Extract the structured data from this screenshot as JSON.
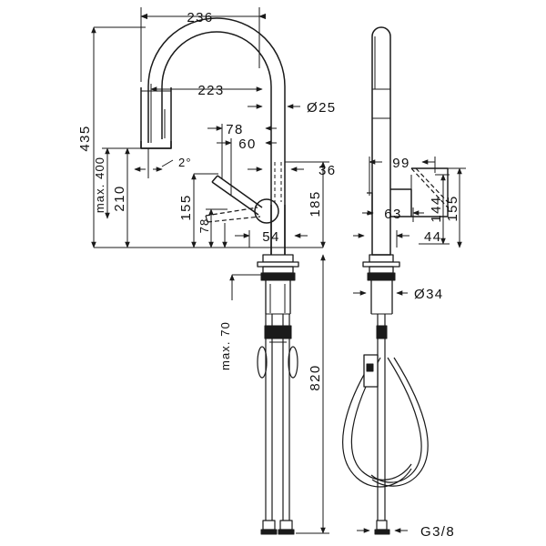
{
  "drawing": {
    "type": "technical-dimension-drawing",
    "subject": "kitchen mixer tap with pull-down spray head",
    "views": [
      {
        "id": "front",
        "label": "front elevation"
      },
      {
        "id": "side",
        "label": "side elevation"
      }
    ],
    "units": "mm"
  },
  "dimensions": {
    "overall_reach": "236",
    "spout_reach": "223",
    "overall_height": "435",
    "max_swivel_height": "max. 400",
    "spout_height": "210",
    "swivel_angle": "2°",
    "spout_tube_dia": "Ø25",
    "handle_offset_78": "78",
    "handle_offset_60": "60",
    "handle_back_36": "36",
    "handle_height_155": "155",
    "handle_low_78": "78",
    "base_width_54": "54",
    "base_to_handle_185": "185",
    "max_counter_thickness": "max. 70",
    "total_length_820": "820",
    "shank_dia": "Ø34",
    "supply_thread": "G3/8",
    "side_handle_99": "99",
    "side_144": "144",
    "side_155": "155",
    "side_63": "63",
    "side_44": "44"
  },
  "colors": {
    "line": "#1a1a1a",
    "background": "#ffffff",
    "shade": "#d9d9d9"
  }
}
